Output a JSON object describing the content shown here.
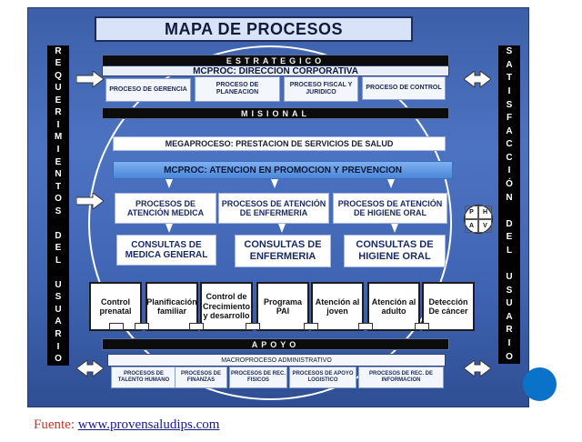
{
  "title": "MAPA DE PROCESOS",
  "left_side": [
    "R",
    "E",
    "Q",
    "U",
    "E",
    "R",
    "I",
    "M",
    "I",
    "E",
    "N",
    "T",
    "O",
    "S",
    "",
    "D",
    "E",
    "L",
    "",
    "U",
    "S",
    "U",
    "A",
    "R",
    "I",
    "O"
  ],
  "right_side": [
    "S",
    "A",
    "T",
    "I",
    "S",
    "F",
    "A",
    "C",
    "C",
    "I",
    "Ó",
    "N",
    "",
    "D",
    "E",
    "L",
    "",
    "U",
    "S",
    "U",
    "A",
    "R",
    "I",
    "O"
  ],
  "strategic": {
    "band": "ESTRATEGICO",
    "macro": "MCPROC: DIRECCION  CORPORATIVA",
    "boxes": [
      "PROCESO DE GERENCIA",
      "PROCESO DE PLANEACION",
      "PROCESO FISCAL Y JURIDICO",
      "PROCESO DE CONTROL"
    ]
  },
  "missional": {
    "band": "MISIONAL",
    "mega": "MEGAPROCESO: PRESTACION DE SERVICIOS DE SALUD",
    "macro": "MCPROC: ATENCION EN PROMOCION Y PREVENCION",
    "processes": [
      "PROCESOS DE ATENCIÓN MEDICA",
      "PROCESOS DE ATENCIÓN DE ENFERMERIA",
      "PROCESOS DE ATENCIÓN  DE  HIGIENE  ORAL"
    ],
    "consults": [
      "CONSULTAS  DE MEDICA GENERAL",
      "CONSULTAS DE ENFERMERIA",
      "CONSULTAS DE HIGIENE ORAL"
    ],
    "services": [
      "Control prenatal",
      "Planificación familiar",
      "Control de Crecimiento y desarrollo",
      "Programa PAI",
      "Atención al joven",
      "Atención al adulto",
      "Detección De cáncer"
    ]
  },
  "support": {
    "band": "APOYO",
    "macro": "MACROPROCESO ADMINISTRATIVO",
    "boxes": [
      "PROCESOS DE TALENTO HUMANO",
      "PROCESOS DE FINANZAS",
      "PROCESOS DE REC. FISICOS",
      "PROCESOS DE APOYO LOGISTICO",
      "PROCESOS DE REC. DE INFORMACION"
    ]
  },
  "phva": [
    "P",
    "H",
    "A",
    "V"
  ],
  "footer": {
    "label": "Fuente:",
    "url": "www.provensaludips.com"
  }
}
